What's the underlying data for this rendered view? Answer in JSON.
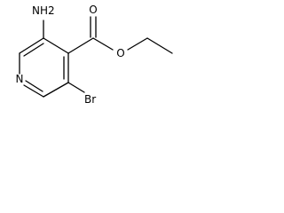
{
  "molecule": {
    "atoms": {
      "amino": "NH2",
      "ring_nitrogen": "N",
      "carbonyl_oxygen": "O",
      "ester_oxygen": "O",
      "bromine": "Br"
    }
  }
}
